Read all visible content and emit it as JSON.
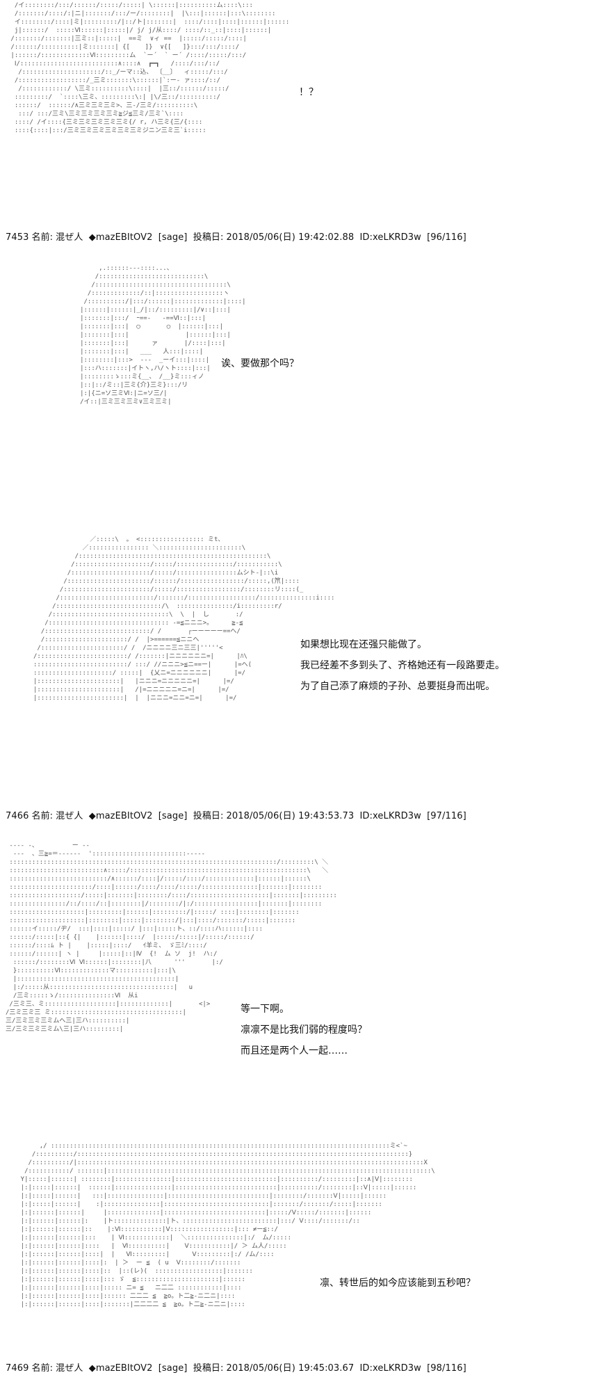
{
  "posts": [
    {
      "number": "7453",
      "name_label": "名前:",
      "name": "混ぜ人",
      "trip": "◆mazEBItOV2",
      "mail": "[sage]",
      "date_label": "投稿日:",
      "date": "2018/05/06(日) 19:42:02.88",
      "id": "ID:xeLKRD3w",
      "count": "[96/116]"
    },
    {
      "number": "7466",
      "name_label": "名前:",
      "name": "混ぜ人",
      "trip": "◆mazEBItOV2",
      "mail": "[sage]",
      "date_label": "投稿日:",
      "date": "2018/05/06(日) 19:43:53.73",
      "id": "ID:xeLKRD3w",
      "count": "[97/116]"
    },
    {
      "number": "7469",
      "name_label": "名前:",
      "name": "混ぜ人",
      "trip": "◆mazEBItOV2",
      "mail": "[sage]",
      "date_label": "投稿日:",
      "date": "2018/05/06(日) 19:45:03.67",
      "id": "ID:xeLKRD3w",
      "count": "[98/116]"
    }
  ],
  "dialogs": {
    "d1": [
      "！？"
    ],
    "d2": [
      "诶、要做那个吗？"
    ],
    "d3": [
      "如果想比现在还强只能做了。",
      "我已经差不多到头了、齐格她还有一段路要走。",
      "为了自己添了麻烦的子孙、总要挺身而出呢。"
    ],
    "d4": [
      "等一下啊。",
      "凛凛不是比我们弱的程度吗？",
      "而且还是两个人一起……"
    ],
    "d5": [
      "凛、转世后的如今应该能到五秒吧？"
    ]
  },
  "ascii_art": {
    "a1": "  /イ::::::::/:::/::::::/:::::/:::::| \\::::::|::::::::::ム::::\\:::\n  /:::::::/::::/:|ニ|:::::::/:::/ー/::::::::|  |\\:::|::::::|:::\\::::::::\n  イ::::::::/::::|ミ|:::::::::/|::/ト|:::::::|  ::::/::::|::::|::::::|::::::\n  j|::::::/  :::::Ⅵ::::::|:::::|/ j/ j/从::::/ ::::/::_::|::::|::::::|\n /:::::::/:::::::|三ミ::|:::::|  ==ミ  ∨ィ ==  |:::::/:::::/::::|\n /::::::/::::::::::|ミ:::::::| {[    ]}  ∨{[   ]}:::/:::/::::/\n |::::::/:::::::::::::Ⅵ:::::::::ム  `ー´  ` ー´ /::::/:::::/:::/\n  Ⅰ/::::::::::::::::::::::::::∧::::∧  ┏━┓   /::::/:::/::/\n   /:::::::::::::::::::::/::_/ーマ::込、 〔__〕  ィ:::::/:::/\n  /::::::::::::::::::/_三ミ:::::::\\::::::|`:ー- ァ::::/::/\n   /::::::::::::/ \\三ミ::::::::::\\::::|  |三::/::::::/:::::/\n  :::::::::/  `::::\\三ミ、:::::::::\\:| |\\/三::/::::::::::/\n  ::::::/  ::::::/∧三ミ三ミ三ミ>、三-/三ミ/::::::::::\\\n   :::/ :::/三ミ\\三ミ三ミ三ミ三ミ≧ジ≦三ミ/三ミ`\\::::\n  ::::/ /イ::::{三ミ三ミ三ミ三ミ三ミ{/ r, ハ三ミ{三/{::::\n  ::::{::::|:::/三ミ三ミ三ミ三ミ三ミ三ミジニン三ミ三`i:::::",
    "a2": "          ,.::::::‐‐‐::::...、\n         /::::::::::::::::::::::::::::\\\n        /:::::::::::::::::::::::::::::::::::\\\n       /:::::::::::::/::|::::::::::::::::::ヽ\n      /::::::::::/|:::/::::::|:::::::::::::|::::|\n     |::::::|::::::|_/|::/:::::::::|/∨::|:::|\n     |:::::::|:::/  ｰ==‐   ‐==Ⅵ::|:::|\n     |:::::::|:::|  ◯       ◯  |::::::|:::|\n     |:::::::|:::|               |::::::|:::|\n     |:::::::|:::|      ァ       |/::::|:::|\n     |:::::::|:::|   ___   人:::|::::|\n     |::::::::|:::>  ‐‐‐  _ーイ:::|::::|\n     |:::ハ:::::::|イトヽ,ハ/ヽト::::|:::|\n     |::::::::ゝ:::ミ{__、 /__}ミ:::ィノ\n     |::|::/ミ::|三ミ{介}三ミ}:::/リ\n     |:|{ニ=ソ三ミⅥ:|ニ=ソ三/|\n     /イ::|三ミ三ミ三ミ∨三ミ三ミ|",
    "a3": "               ／:::::\\  。 <::::::::::::::::: ミt、\n             ／:::::::::::::::: ＼::::::::::::::::::::::\\\n           /::::::::::::::::::::::::::::::::::::::::::::::::::\\\n          /::::::::::::::::::::/:::::/:::::::::::::::/:::::::::::\\\n         /:::::::::::::::::::::/:::::/::::::::::::::::ムシト-|::\\i\n        /::::::::::::::::::::::/::::::/:::::::::::::::::/:::::,(笊|::::\n       /:::::::::::::::::::::::/:::::/:::::::::::::::::/::::::::リ::::(_\n      /:::::::::::::::::::::::::/:::::::/::::::::::::::::::/:::::::::::::::i::::\n     /::::::::::::::::::::::::::::/\\  :::::::::::::::/i:::::::::r/\n    /:::::::::::::::::::::::::::::::\\  \\  |  し       :/\n   /:::::::::::::::::::::::::::::::: -=≦ニニニ>。     ≧-≦\n  /::::::::::::::::::::::::::::/ /       ┌ーーーーー==へ/\n  /::::::::::::::::::::::/ /  |>======≦ニニへ\n /::::::::::::::::::::::/ /  /ニニニニ三ニ三三|'''''<\n/::::::::::::::::::::::::/ /:::::::|ニニニニニニ=|      |ﾊ\\\n:::::::::::::::::::::::::/ :::/ //ニニニ>≦ニ==ー|      |=へ(\n:::::::::::::::::::::/ :::::|  {乂ニ=ニニニニニニ|      |=/\n|::::::::::::::::::::::|   |ニニニ=ニニニニニ=|      |=/\n|::::::::::::::::::::::|   /|=ニニニニニ=ニ=|      |=/\n|:::::::::::::::::::::::|  |  |ニニニ=ニニ=ニ=|      |=/",
    "a4": " ‐‐‐‐ ‐、         ー ‐‐\n  ---  、三≧=＝‐‐‐‐‐‐  ':::::::::::::::::::::::::‐‐‐‐‐\n :::::::::::::::::::::::::::::::::::::::::::::::::::::::::::::::::::::::/:::::::::\\ ＼\n :::::::::::::::::::::::::∧:::::/:::::::::::::::::::::::::::::::::::::::::::::::\\   ＼\n ::::::::::::::::::::::::::/∧::::::/::::|/:::::/::::/:::::::::::::|::::::|::::::\\\n ::::::::::::::::::::::/::::|::::::/::::/::::/:::::/:::::::::::::::|:::::::|::::::::\n :::::::::::::::::::/:::::|:::::::|::::::::/::::/:::::::::::::::::::::|:::::::|:::::::::\n :::::::::::::::/::/::::/::|::::::::|/::::::::/|:/:::::::::::::::::|:::::::|::::::::\n ::::::::::::::::::::|:::::::::|::::::|:::::::::/|:::::/ ::::|::::::::|:::::::\n ::::::::::::::::::::|::::::::|:::::|::::::::/|:::|::::/:::::::/:::::|:::::::\n ::::::イ:::::/ヂ/  :::|::::|:::::/ |:::|:::::ト、::/::::ハ::::::|::::\n ::::::/:::::|::{ {|    |::::::|::::/  |:::::/:::::|/:::::/::::::/\n ::::::/::::ﾑ ト |    |:::::|::::/   ｲ羊ミ、 ゞ三ﾐ/::::/\n ::::::/::::::| ヽ |     |:::::|::|Ⅳ  {!  ム ソ  j!  ハ:/\n  ::::::/::::::::Ⅵ Ⅵ::::::|::::::::|八      '''       |:/\n  }::::::::::Ⅵ:::::::::::::マ::::::::::|:::|\\\n  |::::::::::::::::::::::::::::::::::::::::::|\n  |:/:::::从:::::::::::::::::::::::::::::::::|   u\n  /三ミ:::::ゝ/:::::::::::::::Ⅵ  从i\n /三ミ三、ミ:::::::::::::::::::|:::::::::::::|       <|>\n/三ミ三ミ三 ミ:::::::::::::::::::::::::::::::::::|\n三/三ミ三ミ三ミムへ三|三ハ::::::::::|\n三/三ミ三ミ三ミム\\三|三ハ:::::::::|",
    "a5": "         ,/ ::::::::::::::::::::::::::::::::::::::::::::::::::::::::::::::::::::::::::::::::::::::::::ミ<`~\n       /::::::::::/::::::::::::::::::::::::::::::::::::::::::::::::::::::::::::::::::::::::::::::::::::::::}\n      /::::::::::/|::::::::::::::::::::::::::::::::::::::::::::::::::::::::::::::::::::::::::::::::::::::::::::X\n     /:::::::::::/ :::::::|::::::::::::::::::::::::::::::::::::::::::::::::::::::::::::::::::::::::::::::::::::::\\\n    Y|:::::|::::::| ::::::::|:::::::::::::::|:::::::::::::::::::::::::::|::::::::::/:::::::::|::∧|Ⅴ|::::::::\n    |:|:::::|::::::|  ::::::|:::::::::::::::|:::::::::::::::::::::::::::|::::::::::/::::::::|::Ⅴ|:::::|::::::\n    |:|:::::|::::::|   :::|:::::::::::::::|:::::::::::::::::::::::::::|::::::::/:::::::Ⅴ|:::::|::::::\n    |:|:::::|::::::|    :|:::::::::::::::|::::::::::::::::::::::::::::|:::::::/:::::::/:::::|:::::::\n    |:|::::::|::::::|     |::::::::::::::|:::::::::::::::::::::::::::|:::::/Ⅴ:::::/:::::::|::::::\n    |:|::::::|::::::|:    |ト::::::::::::::|ト、:::::::::::::::::::::::::|:::/ Ⅴ::::/:::::::/::\n    |:|::::::|::::::|::    |:Ⅵ:::::::::::|Ⅴ:::::::::::::::::|::: ≠ー≦::/\n    |:|::::::|::::::|:::    | Ⅵ::::::::::::|  ＼:::::::::::::::|:/  ム/:::::\n    |:|::::::|::::::|::::   |  Ⅵ::::::::::|    Ⅴ:::::::::::|/ ＞ ム人/:::::\n    |:|::::::|::::::|::::|  |   Ⅵ:::::::::|      Ⅴ:::::::::|:/ /ム/::::\n    |:|::::::|::::::|::::|:  | ＞  ー ≦  ( u  Ⅴ::::::::/:::::::\n    |:|::::::|::::::|::::|::  |::(レ)(  ::::::::::::::::::|:::::::\n    |:|::::::|::::::|::::|::: ゞ  ≦::::::::::::::::::::::|::::::\n    |:|::::::|::::::|::::|::::: ニ= ≦   ニ二二 ::::::::::::|::::\n    |:|::::::|::::::|::::|:::::: 二二二 ≦  ≧o。ト二≧-ニ二ニ|::::\n    |:|::::::|::::::|::::|:::::::|二二二二 ≦  ≧o。ト二≧-ニ二ニ|::::"
  }
}
